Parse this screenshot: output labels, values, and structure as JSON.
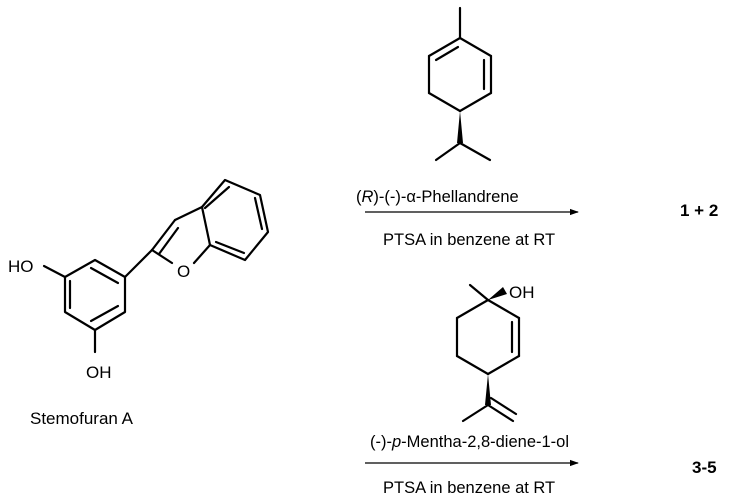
{
  "scheme": {
    "starting_material": {
      "name": "Stemofuran A",
      "atoms": {
        "oh_top": "HO",
        "oh_bottom": "OH",
        "ring_o": "O"
      }
    },
    "reaction_1": {
      "reagent_name_parts": [
        "R",
        ")-(-)-α-Phellandrene"
      ],
      "condition": "PTSA in benzene at RT",
      "products": "1 + 2"
    },
    "reaction_2": {
      "reagent_name_parts": [
        "(-)-",
        "p",
        "-Mentha-2,8-diene-1-ol"
      ],
      "reagent_atoms": {
        "oh": "OH"
      },
      "condition": "PTSA in benzene at RT",
      "products": "3-5"
    }
  }
}
